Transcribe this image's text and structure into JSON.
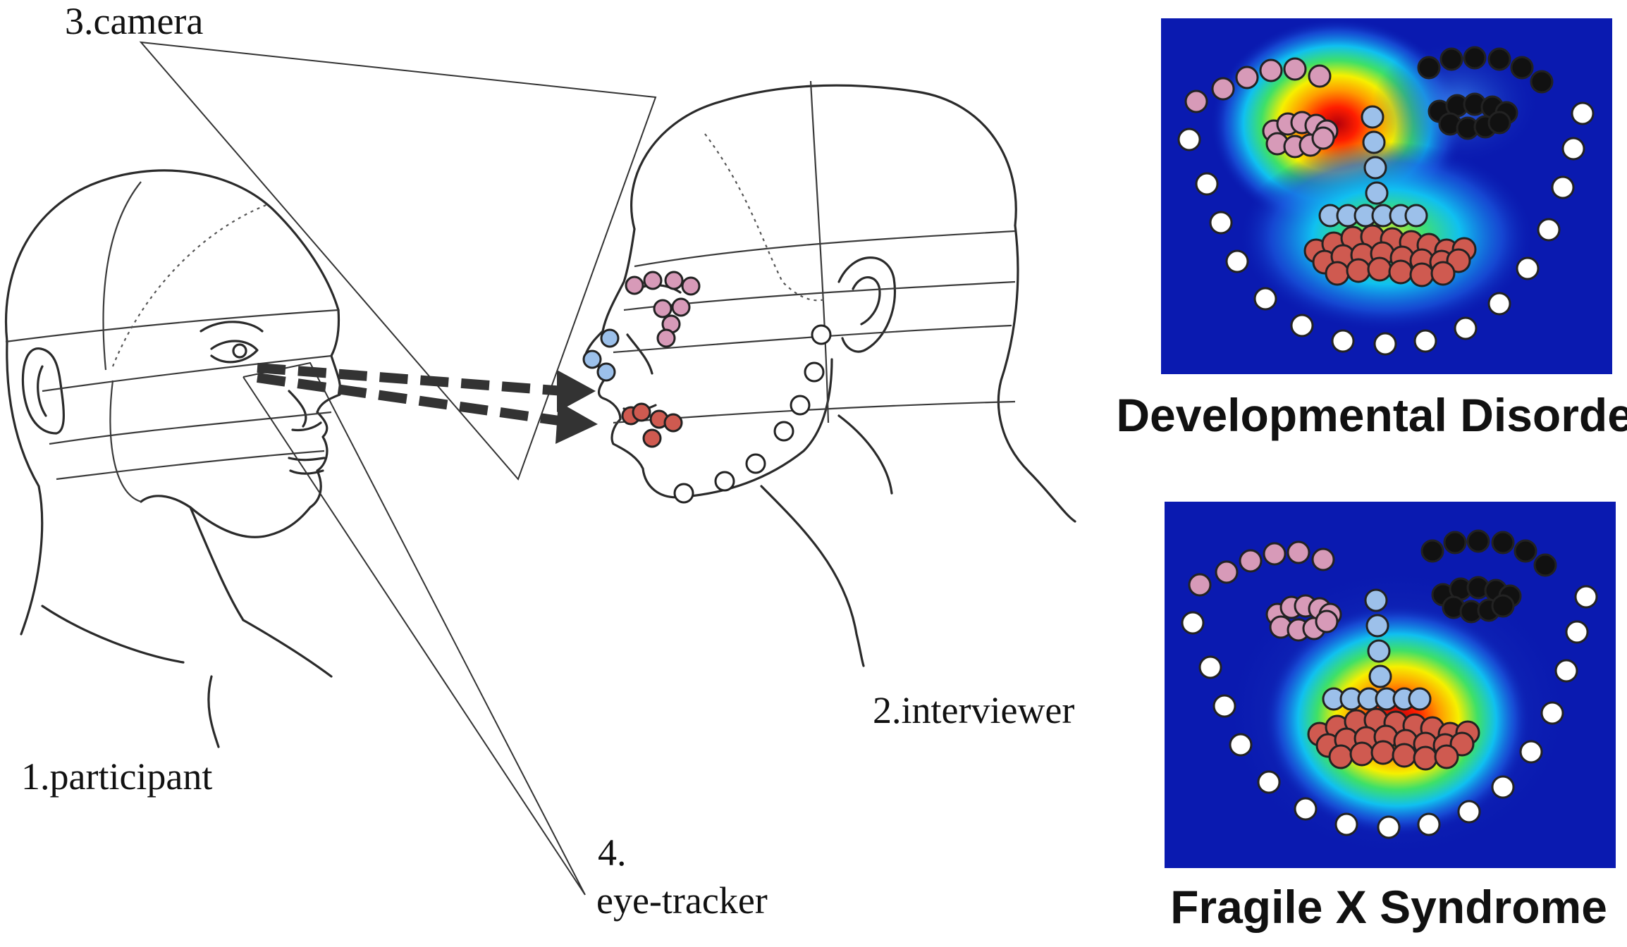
{
  "labels": {
    "camera": "3.camera",
    "interviewer": "2.interviewer",
    "participant": "1.participant",
    "eye_tracker_number": "4.",
    "eye_tracker_name": "eye-tracker"
  },
  "panels": [
    {
      "title": "Developmental Disorder",
      "hotspot": "eyes"
    },
    {
      "title": "Fragile X Syndrome",
      "hotspot": "mouth"
    }
  ],
  "colors": {
    "heatmap_background": "#0a1ab0",
    "right_eye_points": "#d79ab8",
    "left_eye_points": "#111111",
    "nose_points": "#9cc0ea",
    "mouth_points": "#cf5a50",
    "face_contour_points": "#ffffff",
    "gaze_arrow": "#333333"
  }
}
